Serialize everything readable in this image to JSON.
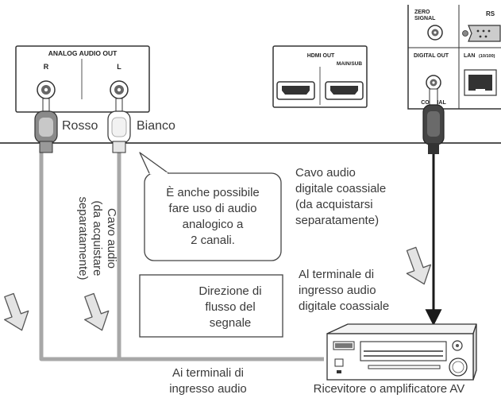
{
  "panel": {
    "analog_title": "ANALOG AUDIO OUT",
    "analog_r": "R",
    "analog_l": "L",
    "hdmi_title": "HDMI OUT",
    "hdmi_sub": "MAIN/SUB",
    "zero_signal_line1": "ZERO",
    "zero_signal_line2": "SIGNAL",
    "rs_label": "RS",
    "digital_out": "DIGITAL OUT",
    "lan_label": "LAN",
    "lan_sub": "(10/100)",
    "coaxial": "COAXIAL"
  },
  "labels": {
    "rosso": "Rosso",
    "bianco": "Bianco",
    "analog_cable": [
      "Cavo audio",
      "(da acquistare",
      "separatamente)"
    ],
    "callout": [
      "È anche possibile",
      "fare uso di audio",
      "analogico a",
      "2 canali."
    ],
    "coax_cable": [
      "Cavo audio",
      "digitale coassiale",
      "(da acquistarsi",
      "separatamente)"
    ],
    "coax_terminal": [
      "Al terminale di",
      "ingresso audio",
      "digitale coassiale"
    ],
    "legend": [
      "Direzione di",
      "flusso del",
      "segnale"
    ],
    "audio_terminals": [
      "Ai terminali di",
      "ingresso audio"
    ],
    "receiver": "Ricevitore o amplificatore AV"
  }
}
